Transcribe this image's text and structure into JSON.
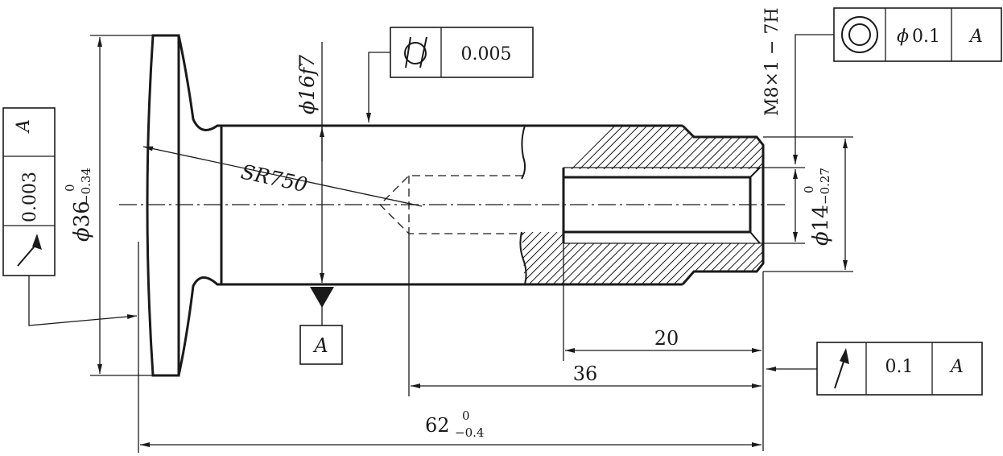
{
  "dimensions": {
    "flange_diameter_symbol": "ϕ",
    "flange_diameter": "36",
    "flange_diameter_upper": "0",
    "flange_diameter_lower": "−0.34",
    "shaft_diameter": "ϕ16f7",
    "sphere_radius": "SR750",
    "thread_spec": "M8×1 − 7H",
    "bore_diameter_symbol": "ϕ",
    "bore_diameter": "14",
    "bore_diameter_upper": "0",
    "bore_diameter_lower": "−0.27",
    "len_20": "20",
    "len_36": "36",
    "overall_length": "62",
    "overall_length_upper": "0",
    "overall_length_lower": "−0.4"
  },
  "tolerance_frames": {
    "cylindricity": {
      "value": "0.005"
    },
    "runout_face": {
      "value": "0.003",
      "datum": "A"
    },
    "coaxiality": {
      "value_symbol": "ϕ",
      "value": "0.1",
      "datum": "A"
    },
    "runout_end": {
      "value": "0.1",
      "datum": "A"
    }
  },
  "datum": {
    "label": "A"
  }
}
